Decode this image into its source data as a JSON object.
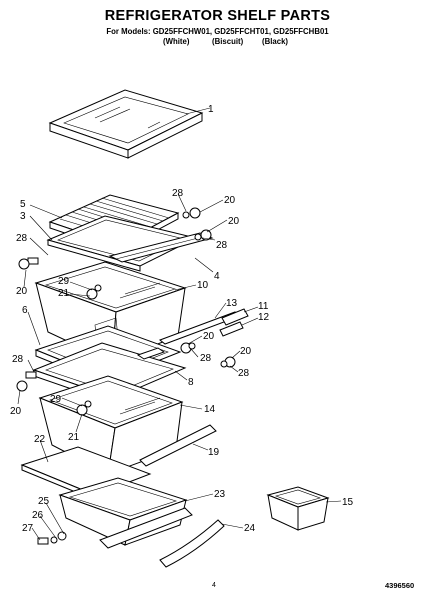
{
  "header": {
    "title": "REFRIGERATOR SHELF PARTS",
    "models_line": "For Models: GD25FFCHW01, GD25FFCHT01, GD25FFCHB01",
    "variants": [
      "(White)",
      "(Biscuit)",
      "(Black)"
    ]
  },
  "callouts": [
    {
      "id": "c1",
      "label": "1"
    },
    {
      "id": "c28a",
      "label": "28"
    },
    {
      "id": "c20a",
      "label": "20"
    },
    {
      "id": "c5",
      "label": "5"
    },
    {
      "id": "c20b",
      "label": "20"
    },
    {
      "id": "c3",
      "label": "3"
    },
    {
      "id": "c28b",
      "label": "28"
    },
    {
      "id": "c28c",
      "label": "28"
    },
    {
      "id": "c4",
      "label": "4"
    },
    {
      "id": "c20c",
      "label": "20"
    },
    {
      "id": "c29a",
      "label": "29"
    },
    {
      "id": "c21a",
      "label": "21"
    },
    {
      "id": "c10",
      "label": "10"
    },
    {
      "id": "c13",
      "label": "13"
    },
    {
      "id": "c11",
      "label": "11"
    },
    {
      "id": "c6",
      "label": "6"
    },
    {
      "id": "c12",
      "label": "12"
    },
    {
      "id": "c20d",
      "label": "20"
    },
    {
      "id": "c20e",
      "label": "20"
    },
    {
      "id": "c28d",
      "label": "28"
    },
    {
      "id": "c28e",
      "label": "28"
    },
    {
      "id": "c28f",
      "label": "28"
    },
    {
      "id": "c8",
      "label": "8"
    },
    {
      "id": "c20f",
      "label": "20"
    },
    {
      "id": "c29b",
      "label": "29"
    },
    {
      "id": "c14",
      "label": "14"
    },
    {
      "id": "c21b",
      "label": "21"
    },
    {
      "id": "c22",
      "label": "22"
    },
    {
      "id": "c19",
      "label": "19"
    },
    {
      "id": "c23",
      "label": "23"
    },
    {
      "id": "c15",
      "label": "15"
    },
    {
      "id": "c25",
      "label": "25"
    },
    {
      "id": "c26",
      "label": "26"
    },
    {
      "id": "c27",
      "label": "27"
    },
    {
      "id": "c24",
      "label": "24"
    }
  ],
  "footer": {
    "page_number": "4",
    "doc_code": "4396560"
  }
}
